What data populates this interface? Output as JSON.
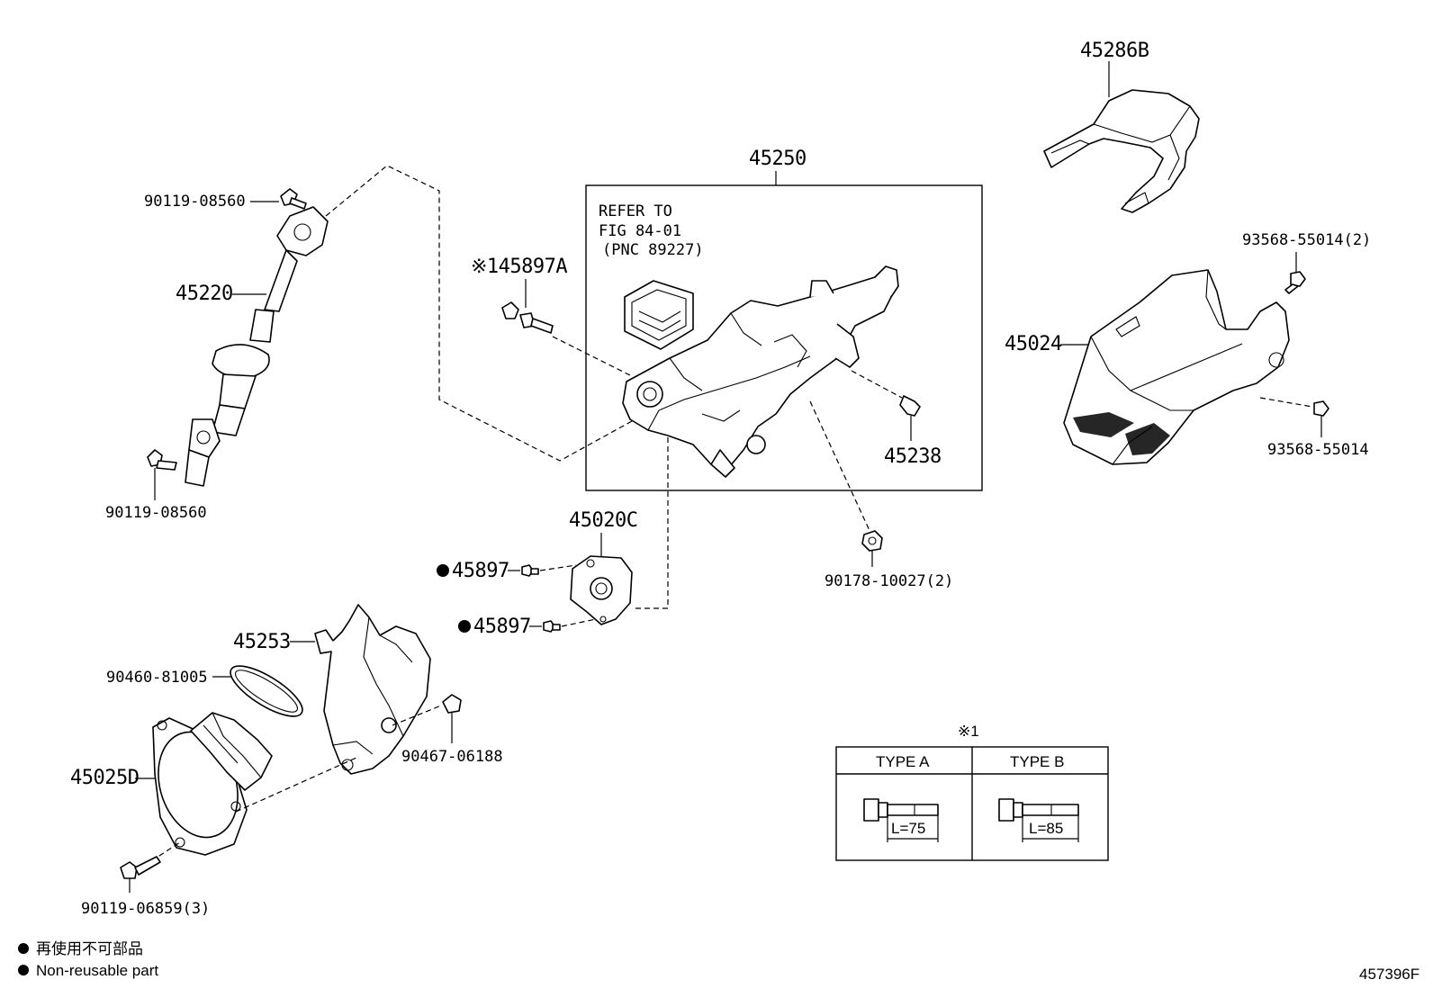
{
  "labels": {
    "p45286B": "45286B",
    "p45250": "45250",
    "refer_line1": "REFER TO",
    "refer_line2": "FIG 84-01",
    "refer_line3": "(PNC 89227)",
    "p90119_08560_top": "90119-08560",
    "p45220": "45220",
    "p45897A": "※145897A",
    "p93568_55014_2": "93568-55014(2)",
    "p45024": "45024",
    "p45238": "45238",
    "p93568_55014": "93568-55014",
    "p90119_08560_bottom": "90119-08560",
    "p45020C": "45020C",
    "p45897_a": "45897",
    "p45897_b": "45897",
    "p90178_10027_2": "90178-10027(2)",
    "p45253": "45253",
    "p90460_81005": "90460-81005",
    "p90467_06188": "90467-06188",
    "p45025D": "45025D",
    "p90119_06859_3": "90119-06859(3)"
  },
  "note_table": {
    "marker": "※1",
    "type_a": "TYPE A",
    "type_b": "TYPE B",
    "length_a": "L=75",
    "length_b": "L=85"
  },
  "legend": {
    "line1": "再使用不可部品",
    "line2": "Non-reusable part"
  },
  "figure_id": "457396F"
}
